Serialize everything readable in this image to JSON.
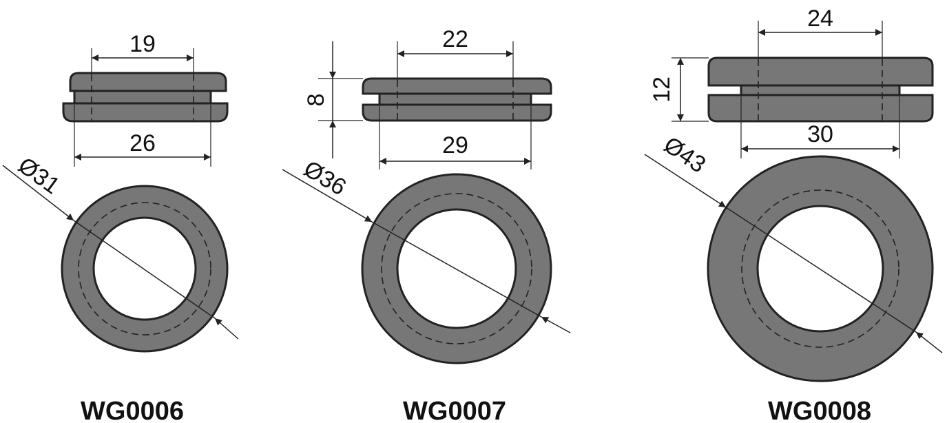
{
  "grommets": [
    {
      "part_number": "WG0006",
      "inner_width": "19",
      "outer_width": "26",
      "diameter": "Ø31"
    },
    {
      "part_number": "WG0007",
      "inner_width": "22",
      "outer_width": "29",
      "diameter": "Ø36",
      "height": "8"
    },
    {
      "part_number": "WG0008",
      "inner_width": "24",
      "outer_width": "30",
      "diameter": "Ø43",
      "height": "12"
    }
  ],
  "colors": {
    "rubber": "#777777",
    "outline": "#222222",
    "background": "#ffffff"
  }
}
